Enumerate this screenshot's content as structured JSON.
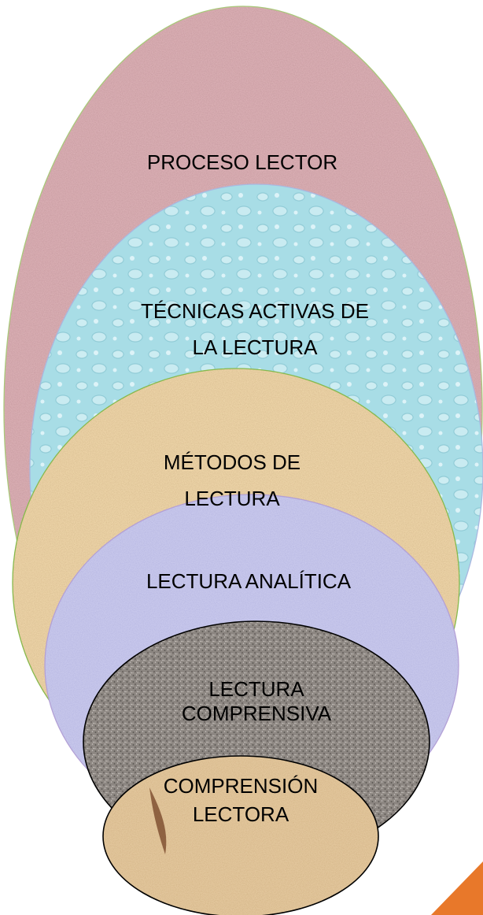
{
  "diagram": {
    "levels": [
      {
        "lines": [
          "PROCESO LECTOR"
        ],
        "fill": "#d9aeb3",
        "stroke": "#a9c97a",
        "texture": "pink"
      },
      {
        "lines": [
          "TÉCNICAS ACTIVAS DE",
          "LA LECTURA"
        ],
        "fill": "#a8dde6",
        "stroke": "#a9b8e0",
        "texture": "water"
      },
      {
        "lines": [
          "MÉTODOS DE",
          "LECTURA"
        ],
        "fill": "#ecd3a7",
        "stroke": "#86b94c",
        "texture": "sand"
      },
      {
        "lines": [
          "LECTURA ANALÍTICA"
        ],
        "fill": "#c8c8ec",
        "stroke": "#b3a0d6",
        "texture": "lavender"
      },
      {
        "lines": [
          "LECTURA",
          "COMPRENSIVA"
        ],
        "fill": "#8c8682",
        "stroke": "#000000",
        "texture": "granite"
      },
      {
        "lines": [
          "COMPRENSIÓN",
          "LECTORA"
        ],
        "fill": "#e3c79d",
        "stroke": "#000000",
        "texture": "parchment"
      }
    ],
    "arrow_color": "#e8782a"
  }
}
